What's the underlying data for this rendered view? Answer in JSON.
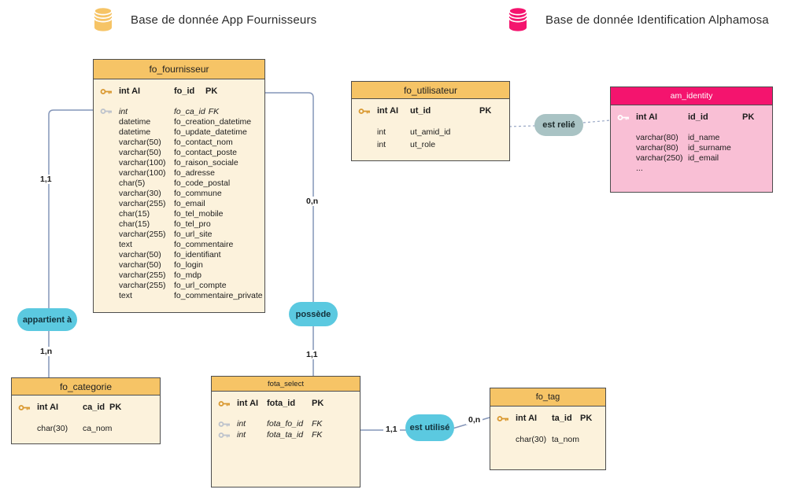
{
  "legends": [
    {
      "label": "Base de donnée App Fournisseurs",
      "icon_color": "#F6C466"
    },
    {
      "label": "Base de donnée Identification Alphamosa",
      "icon_color": "#F4146E"
    }
  ],
  "colors": {
    "yellow_header": "#F6C466",
    "yellow_body": "#FCF2DC",
    "pink_header": "#F4146E",
    "pink_body": "#F9BFD5",
    "entity_border": "#4d4d4d",
    "wire": "#8495B8",
    "pill_cyan": "#5BC9E0",
    "pill_gray": "#A9C3C4",
    "pk_key": "#D9982F",
    "fk_key": "#BCC2CC"
  },
  "tables": [
    {
      "title": "fo_fournisseur",
      "theme": "yellow",
      "rows": [
        {
          "key": "pk",
          "type": "int AI",
          "name": "fo_id",
          "flag": "PK",
          "bold": true
        },
        {
          "gap": true
        },
        {
          "key": "fk",
          "type": "int",
          "name": "fo_ca_id",
          "flag": "FK",
          "italic": true
        },
        {
          "type": "datetime",
          "name": "fo_creation_datetime"
        },
        {
          "type": "datetime",
          "name": "fo_update_datetime"
        },
        {
          "type": "varchar(50)",
          "name": "fo_contact_nom"
        },
        {
          "type": "varchar(50)",
          "name": "fo_contact_poste"
        },
        {
          "type": "varchar(100)",
          "name": "fo_raison_sociale"
        },
        {
          "type": "varchar(100)",
          "name": "fo_adresse"
        },
        {
          "type": "char(5)",
          "name": "fo_code_postal"
        },
        {
          "type": "varchar(30)",
          "name": "fo_commune"
        },
        {
          "type": "varchar(255)",
          "name": "fo_email"
        },
        {
          "type": "char(15)",
          "name": "fo_tel_mobile"
        },
        {
          "type": "char(15)",
          "name": "fo_tel_pro"
        },
        {
          "type": "varchar(255)",
          "name": "fo_url_site"
        },
        {
          "type": "text",
          "name": "fo_commentaire"
        },
        {
          "type": "varchar(50)",
          "name": "fo_identifiant"
        },
        {
          "type": "varchar(50)",
          "name": "fo_login"
        },
        {
          "type": "varchar(255)",
          "name": "fo_mdp"
        },
        {
          "type": "varchar(255)",
          "name": "fo_url_compte"
        },
        {
          "type": "text",
          "name": "fo_commentaire_private"
        }
      ]
    },
    {
      "title": "fo_utilisateur",
      "theme": "yellow",
      "rows": [
        {
          "key": "pk",
          "type": "int AI",
          "name": "ut_id",
          "flag": "PK",
          "bold": true
        },
        {
          "gap": true
        },
        {
          "type": "int",
          "name": "ut_amid_id"
        },
        {
          "type": "int",
          "name": "ut_role"
        }
      ]
    },
    {
      "title": "am_identity",
      "theme": "pink",
      "rows": [
        {
          "key": "pk",
          "type": "int AI",
          "name": "id_id",
          "flag": "PK",
          "bold": true
        },
        {
          "gap": true
        },
        {
          "type": "varchar(80)",
          "name": "id_name"
        },
        {
          "type": "varchar(80)",
          "name": "id_surname"
        },
        {
          "type": "varchar(250)",
          "name": "id_email"
        },
        {
          "type": "...",
          "name": ""
        }
      ]
    },
    {
      "title": "fo_categorie",
      "theme": "yellow",
      "rows": [
        {
          "key": "pk",
          "type": "int AI",
          "name": "ca_id",
          "flag": "PK",
          "bold": true
        },
        {
          "gap": true
        },
        {
          "type": "char(30)",
          "name": "ca_nom"
        }
      ]
    },
    {
      "title": "fota_select",
      "theme": "yellow",
      "rows": [
        {
          "key": "pk",
          "type": "int AI",
          "name": "fota_id",
          "flag": "PK",
          "bold": true
        },
        {
          "gap": true
        },
        {
          "key": "fk",
          "type": "int",
          "name": "fota_fo_id",
          "flag": "FK",
          "italic": true
        },
        {
          "key": "fk",
          "type": "int",
          "name": "fota_ta_id",
          "flag": "FK",
          "italic": true
        }
      ]
    },
    {
      "title": "fo_tag",
      "theme": "yellow",
      "rows": [
        {
          "key": "pk",
          "type": "int AI",
          "name": "ta_id",
          "flag": "PK",
          "bold": true
        },
        {
          "gap": true
        },
        {
          "type": "char(30)",
          "name": "ta_nom"
        }
      ]
    }
  ],
  "relations": {
    "appartient_a": {
      "label": "appartient à",
      "source_card": "1,1",
      "target_card": "1,n"
    },
    "possede": {
      "label": "possède",
      "source_card": "0,n",
      "target_card": "1,1"
    },
    "est_relie": {
      "label": "est relié"
    },
    "est_utilise": {
      "label": "est utilisé",
      "source_card": "1,1",
      "target_card": "0,n"
    }
  }
}
